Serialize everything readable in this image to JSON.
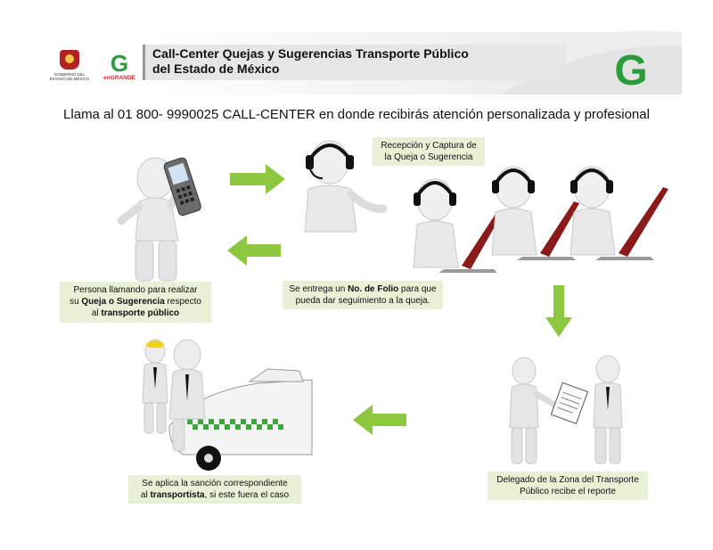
{
  "header": {
    "logo_left_caption": "GOBIERNO DEL ESTADO DE MÉXICO",
    "logo_right_caption": "enGRANDE",
    "title_line1": "Call-Center  Quejas y Sugerencias Transporte Público",
    "title_line2": "del Estado de México"
  },
  "subtitle": "Llama al 01 800- 9990025 CALL-CENTER en donde recibirás atención personalizada y profesional",
  "steps": {
    "reception": {
      "line1": "Recepción y Captura de",
      "line2": "la Queja o Sugerencia"
    },
    "caller": {
      "line1_pre": "Persona llamando para realizar",
      "line2_pre": "su ",
      "line2_bold": "Queja o Sugerencia",
      "line2_post": " respecto",
      "line3_pre": "al ",
      "line3_bold": "transporte público"
    },
    "folio": {
      "line1_pre": "Se entrega un ",
      "line1_bold": "No. de Folio",
      "line1_post": " para que",
      "line2": "pueda dar seguimiento a la queja."
    },
    "delegate": {
      "line1": "Delegado de la Zona del Transporte",
      "line2": "Público recibe el reporte"
    },
    "sanction": {
      "line1": "Se aplica la sanción correspondiente",
      "line2_pre": "al  ",
      "line2_bold": "transportista",
      "line2_post": ", si este fuera el caso"
    }
  },
  "colors": {
    "arrow": "#8dc63f",
    "box": "#e8f0d6",
    "laptop": "#8b1a1a",
    "taxi_check": "#3aa83a",
    "brand_green": "#2a9d3a",
    "brand_red": "#d62828"
  }
}
